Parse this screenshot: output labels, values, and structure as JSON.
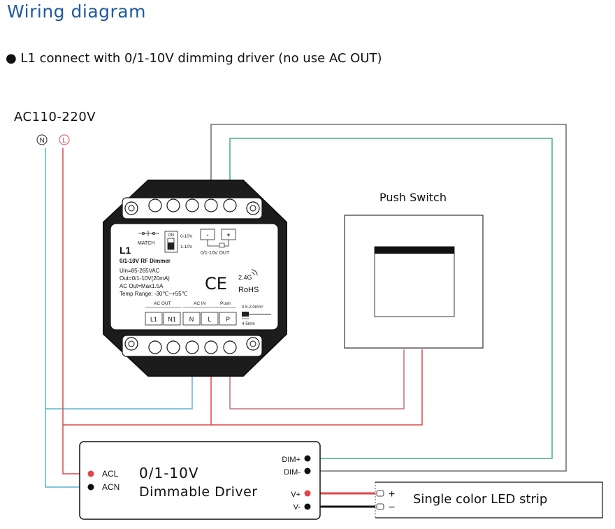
{
  "header": {
    "title": "Wiring diagram",
    "subtitle": "● L1 connect with 0/1-10V dimming driver (no use AC OUT)"
  },
  "power": {
    "label": "AC110-220V",
    "n": "N",
    "l": "L"
  },
  "switch": {
    "label": "Push Switch"
  },
  "dimmer": {
    "model": "L1",
    "name": "0/1-10V  RF  Dimmer",
    "spec1": "Uin=85-265VAC",
    "spec2": "Out=0/1-10V(20mA)",
    "spec3": "AC Out=Max1.5A",
    "spec4": "Temp Range: -30℃~+55℃",
    "match": "MATCH",
    "on": "ON",
    "sw1": "0-10V",
    "sw2": "1-10V",
    "minus": "-",
    "plus": "+",
    "out": "0/1-10V OUT",
    "ce": "CE",
    "rf": "2.4G",
    "rohs": "RoHS",
    "ac_out": "AC OUT",
    "ac_in": "AC IN",
    "push": "Push",
    "wire_spec": "0.5-2.0mm²",
    "strip_spec": "4-5mm",
    "terminals": [
      "L1",
      "N1",
      "N",
      "L",
      "P"
    ]
  },
  "driver": {
    "title1": "0/1-10V",
    "title2": "Dimmable Driver",
    "acl": "ACL",
    "acn": "ACN",
    "dimp": "DIM+",
    "dimm": "DIM-",
    "vp": "V+",
    "vm": "V-"
  },
  "strip": {
    "label": "Single color LED strip",
    "plus": "+",
    "minus": "−"
  },
  "colors": {
    "blue_wire": "#5bb3d6",
    "red_wire": "#e0454b",
    "green_wire": "#45b07a",
    "push_wire": "#c9707a",
    "title": "#1f5a9e"
  }
}
